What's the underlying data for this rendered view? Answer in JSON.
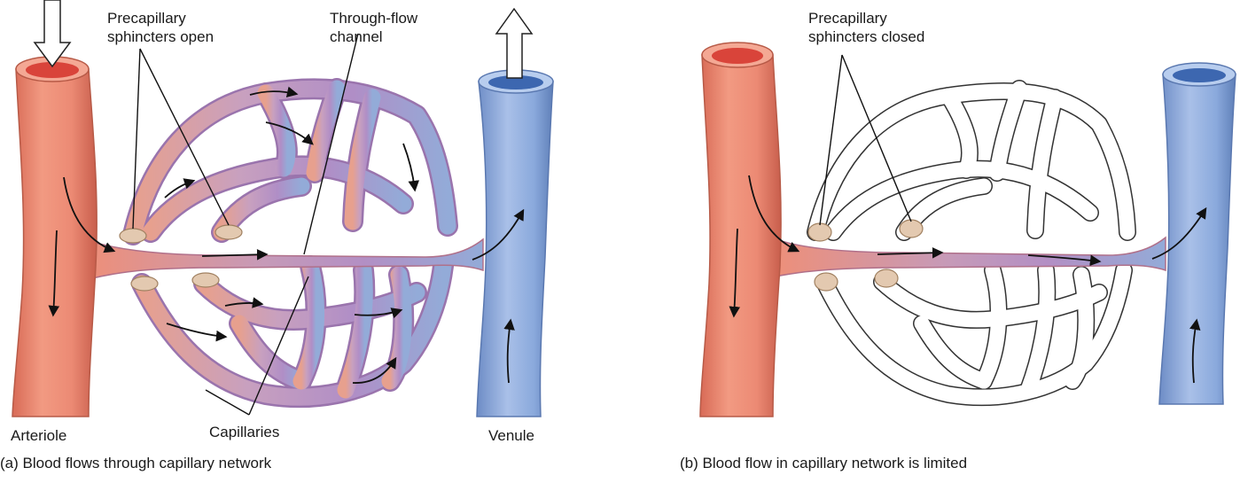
{
  "panel_a": {
    "caption": "(a) Blood flows through capillary network",
    "labels": {
      "precapillary_line1": "Precapillary",
      "precapillary_line2": "sphincters open",
      "through_flow_line1": "Through-flow",
      "through_flow_line2": "channel",
      "capillaries": "Capillaries",
      "arteriole": "Arteriole",
      "venule": "Venule"
    }
  },
  "panel_b": {
    "caption": "(b) Blood flow in capillary network is limited",
    "labels": {
      "precapillary_line1": "Precapillary",
      "precapillary_line2": "sphincters closed"
    }
  },
  "colors": {
    "arteriole": "#ec8a74",
    "arteriole_dark": "#c8604c",
    "arteriole_lumen": "#d9443a",
    "venule": "#8aa9dc",
    "venule_dark": "#5f7fb8",
    "venule_lumen": "#3d67b0",
    "capillary_purple": "#b38fc4",
    "capillary_outline": "#9a74ad",
    "sphincter": "#e3c9b0",
    "empty_capillary": "#ffffff"
  }
}
